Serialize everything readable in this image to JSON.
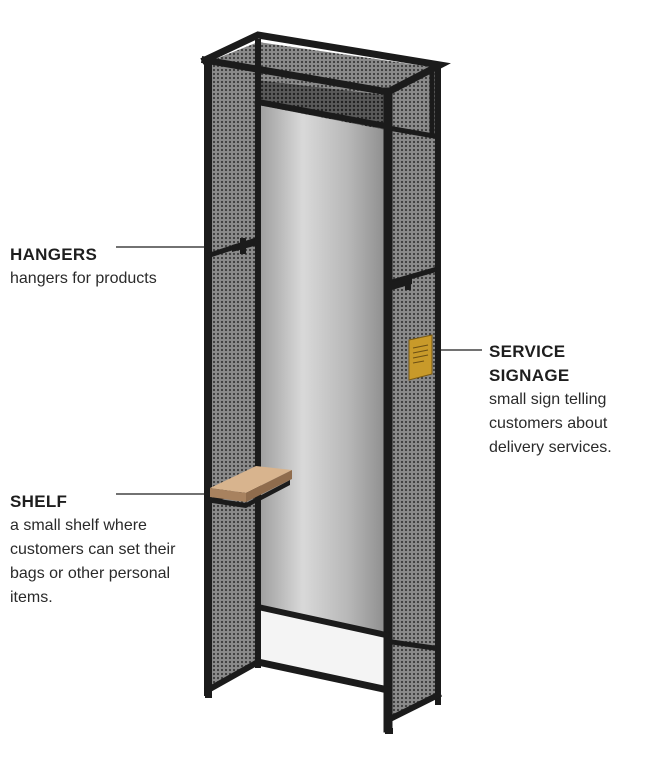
{
  "callouts": {
    "hangers": {
      "title": "HANGERS",
      "desc": "hangers for products"
    },
    "shelf": {
      "title": "SHELF",
      "desc": "a small shelf where customers can set their bags or other personal items."
    },
    "service_signage": {
      "title": "SERVICE SIGNAGE",
      "desc": "small sign telling customers about delivery services."
    }
  },
  "colors": {
    "frame": "#1b1b1b",
    "mesh": "#6e6e6e",
    "mirror_light": "#f2f2f2",
    "mirror_dark": "#9a9a9a",
    "shelf_wood": "#c8a27e",
    "sign": "#c89a2a"
  }
}
